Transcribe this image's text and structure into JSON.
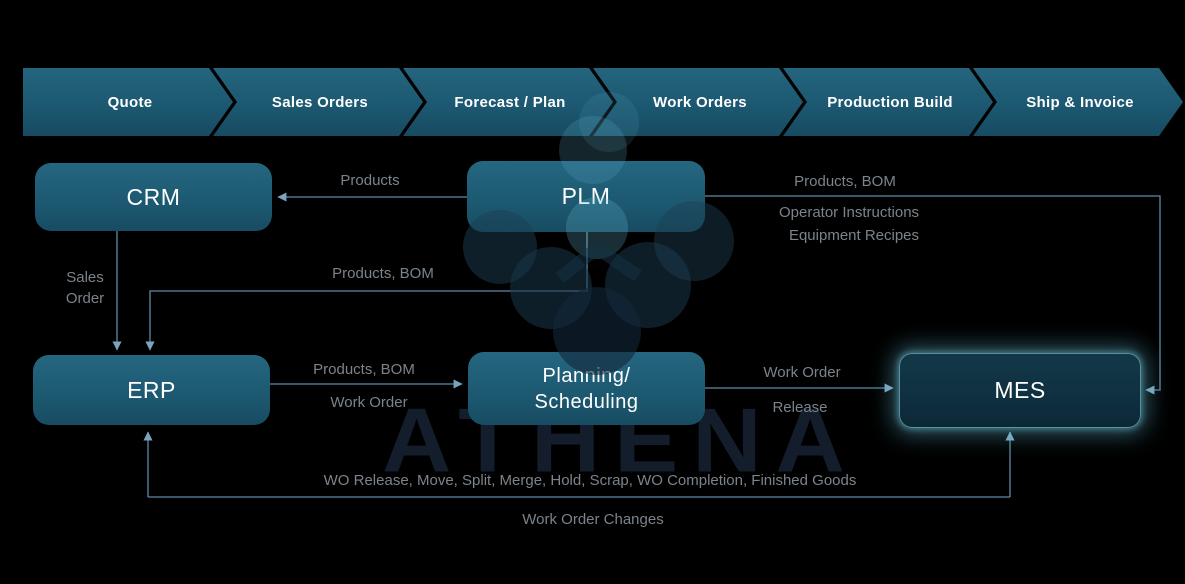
{
  "process_bar": {
    "steps": [
      {
        "label": "Quote"
      },
      {
        "label": "Sales Orders"
      },
      {
        "label": "Forecast / Plan"
      },
      {
        "label": "Work Orders"
      },
      {
        "label": "Production Build"
      },
      {
        "label": "Ship & Invoice"
      }
    ]
  },
  "systems": {
    "crm": {
      "label": "CRM"
    },
    "plm": {
      "label": "PLM"
    },
    "erp": {
      "label": "ERP"
    },
    "planning": {
      "line1": "Planning/",
      "line2": "Scheduling"
    },
    "mes": {
      "label": "MES"
    }
  },
  "flows": {
    "plm_to_crm": {
      "label": "Products"
    },
    "crm_to_erp": {
      "line1": "Sales",
      "line2": "Order"
    },
    "plm_to_erp": {
      "label": "Products, BOM"
    },
    "plm_to_mes": {
      "label_top": "Products, BOM",
      "label_mid": "Operator Instructions",
      "label_bottom": "Equipment Recipes"
    },
    "erp_to_planning": {
      "label_top": "Products, BOM",
      "label_bottom": "Work Order"
    },
    "planning_to_mes": {
      "label_top": "Work Order",
      "label_bottom": "Release"
    },
    "mes_erp_loop": {
      "label_top": "WO Release, Move, Split, Merge, Hold, Scrap, WO Completion, Finished Goods",
      "label_bottom": "Work Order Changes"
    }
  },
  "watermark": {
    "text": "ATHENA"
  },
  "colors": {
    "background": "#000000",
    "chevron_fill": "#1d5a71",
    "box_fill": "#1d5a72",
    "mes_fill": "#0f3040",
    "mes_glow": "#69cde8",
    "connector": "#5d8aa6",
    "label_text": "#7b838b",
    "watermark_text": "#141d2b"
  }
}
